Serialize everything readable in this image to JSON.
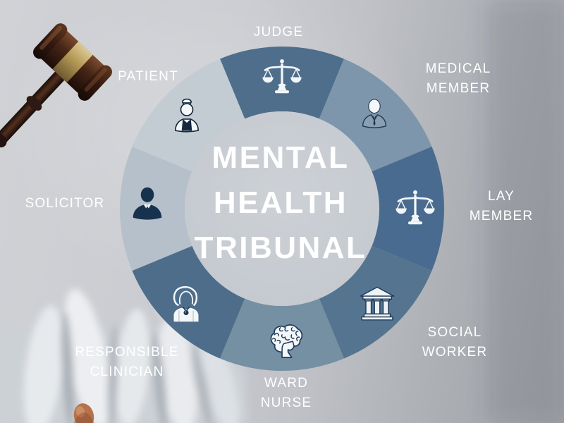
{
  "diagram": {
    "center_title_lines": [
      "MENTAL",
      "HEALTH",
      "TRIBUNAL"
    ],
    "segments": [
      {
        "label": "JUDGE",
        "icon": "scales-of-justice-icon",
        "color": "#4e6e8c"
      },
      {
        "label": "MEDICAL MEMBER",
        "icon": "doctor-figure-icon",
        "color": "#7e96ab"
      },
      {
        "label": "LAY MEMBER",
        "icon": "scales-of-justice-icon",
        "color": "#4a6b90"
      },
      {
        "label": "SOCIAL WORKER",
        "icon": "courthouse-icon",
        "color": "#54748f"
      },
      {
        "label": "WARD NURSE",
        "icon": "brain-icon",
        "color": "#7590a3"
      },
      {
        "label": "RESPONSIBLE CLINICIAN",
        "icon": "female-clinician-icon",
        "color": "#4d6d8b"
      },
      {
        "label": "SOLICITOR",
        "icon": "suited-person-icon",
        "color": "#b6c0ca"
      },
      {
        "label": "PATIENT",
        "icon": "female-patient-icon",
        "color": "#c3ccd2"
      }
    ],
    "palette": {
      "center_circle": "#c8ccd2",
      "label_text": "#ffffff",
      "icon_light": "#f4f7f9",
      "icon_dark": "#1d3a57",
      "background": "#c6c8cd"
    }
  }
}
